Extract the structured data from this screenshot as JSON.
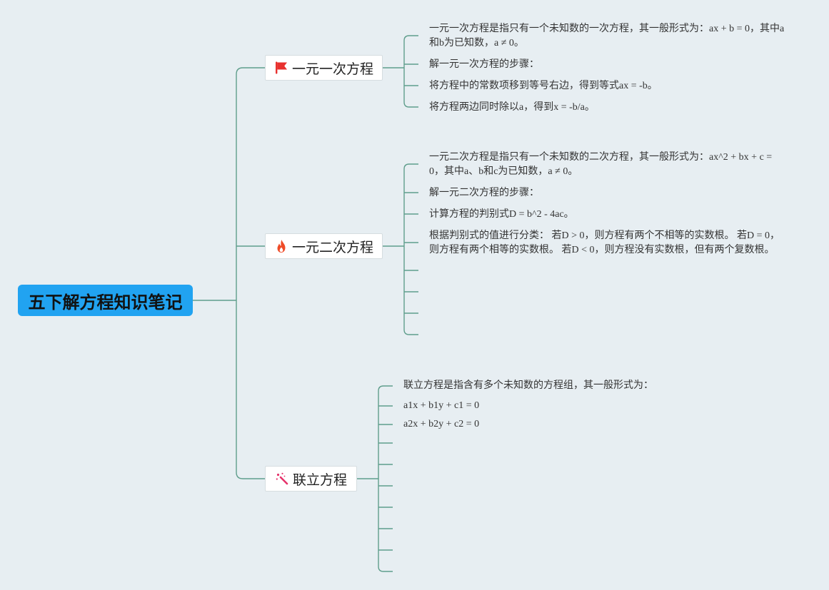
{
  "colors": {
    "background": "#E7EEF2",
    "root_fill": "#21A3F1",
    "connector": "#5F9E8C",
    "flag_icon": "#E8312F",
    "fire_icon": "#EF4B27",
    "wand_icon": "#E5336B"
  },
  "root": {
    "title": "五下解方程知识笔记"
  },
  "branches": [
    {
      "label": "一元一次方程",
      "icon": "flag-icon",
      "leaves": [
        "一元一次方程是指只有一个未知数的一次方程，其一般形式为：ax + b = 0，其中a和b为已知数，a ≠ 0。",
        "解一元一次方程的步骤：",
        "将方程中的常数项移到等号右边，得到等式ax = -b。",
        "将方程两边同时除以a，得到x = -b/a。"
      ]
    },
    {
      "label": "一元二次方程",
      "icon": "fire-icon",
      "leaves": [
        "一元二次方程是指只有一个未知数的二次方程，其一般形式为：ax^2 + bx + c = 0，其中a、b和c为已知数，a ≠ 0。",
        "解一元二次方程的步骤：",
        "计算方程的判别式D = b^2 - 4ac。",
        "根据判别式的值进行分类： 若D > 0，则方程有两个不相等的实数根。 若D = 0，则方程有两个相等的实数根。 若D < 0，则方程没有实数根，但有两个复数根。"
      ]
    },
    {
      "label": "联立方程",
      "icon": "magic-wand-icon",
      "leaves": [
        "联立方程是指含有多个未知数的方程组，其一般形式为：",
        "a1x + b1y + c1 = 0",
        "a2x + b2y + c2 = 0"
      ]
    }
  ]
}
